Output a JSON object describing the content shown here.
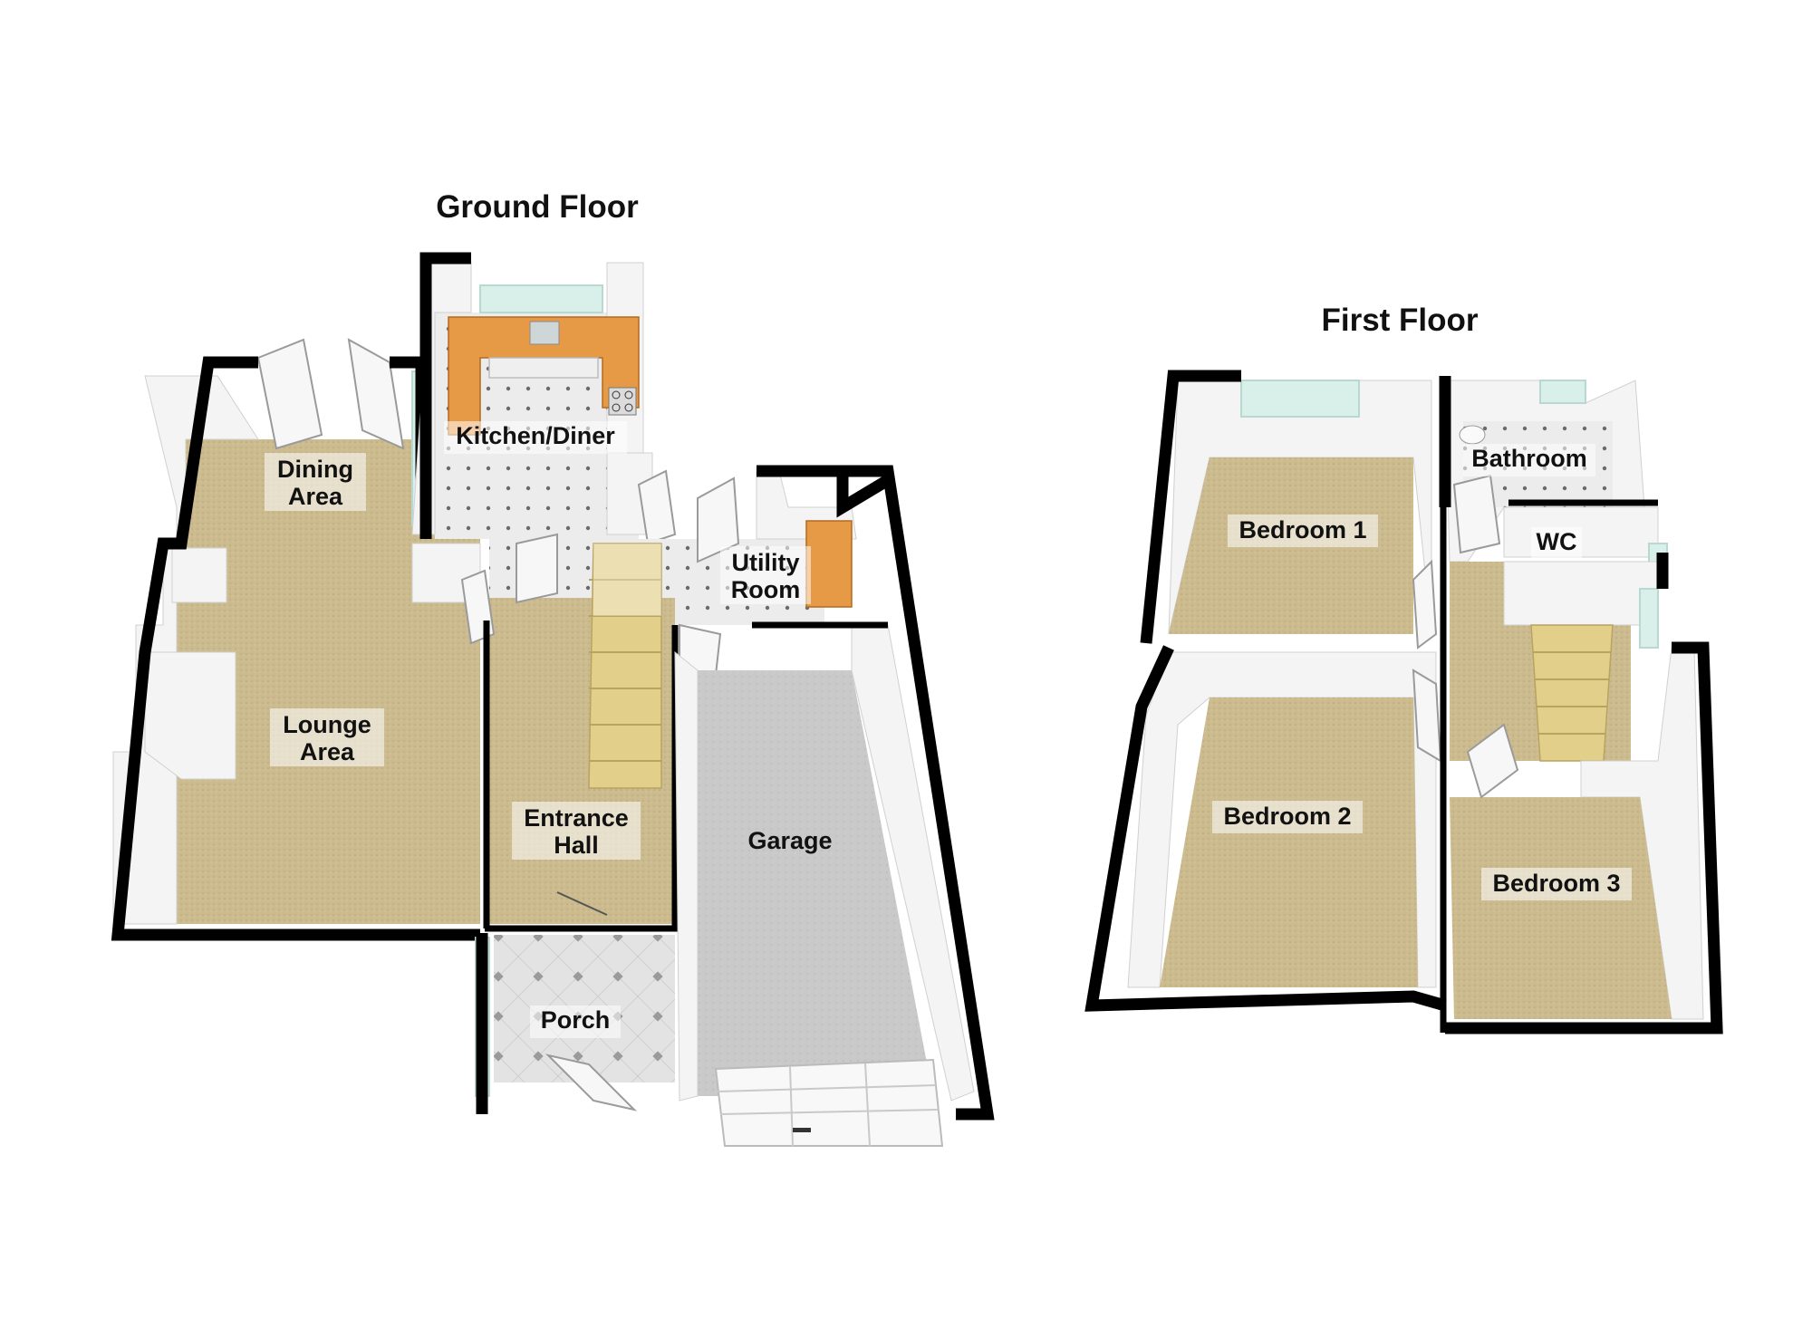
{
  "floors": {
    "ground": {
      "title": "Ground Floor",
      "rooms": {
        "dining": [
          "Dining",
          "Area"
        ],
        "lounge": [
          "Lounge",
          "Area"
        ],
        "kitchen": [
          "Kitchen/Diner"
        ],
        "utility": [
          "Utility",
          "Room"
        ],
        "hall": [
          "Entrance",
          "Hall"
        ],
        "garage": [
          "Garage"
        ],
        "porch": [
          "Porch"
        ]
      }
    },
    "first": {
      "title": "First Floor",
      "rooms": {
        "bedroom1": [
          "Bedroom 1"
        ],
        "bathroom": [
          "Bathroom"
        ],
        "wc": [
          "WC"
        ],
        "bedroom2": [
          "Bedroom 2"
        ],
        "bedroom3": [
          "Bedroom 3"
        ]
      }
    }
  },
  "colors": {
    "carpet": "#c9b98c",
    "tile": "#e9e9e9",
    "concrete": "#c8c8c8",
    "wall": "#000000",
    "worktop": "#e69a45",
    "window": "#d9efe9"
  }
}
